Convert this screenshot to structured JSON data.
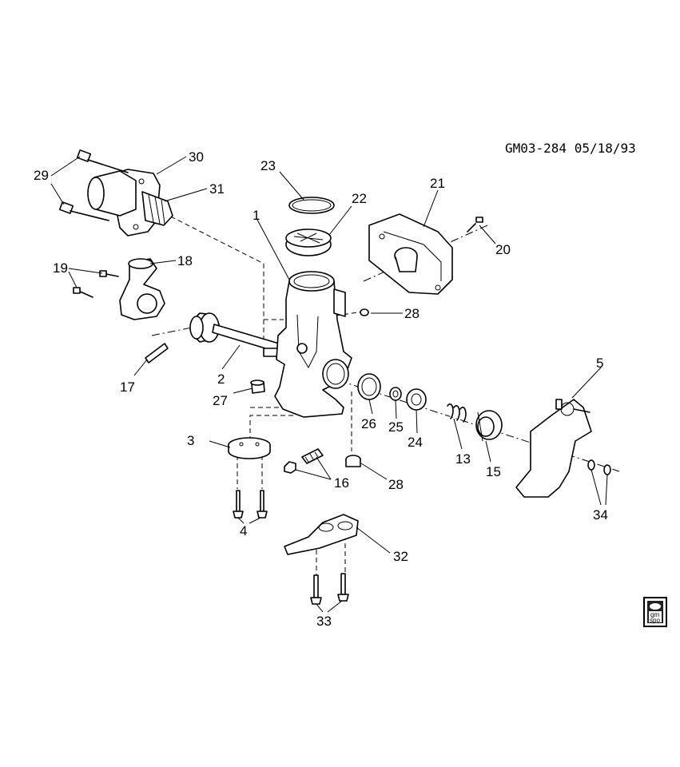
{
  "drawing_id": "GM03-284 05/18/93",
  "logo": {
    "line1": "gm",
    "line2": "spo"
  },
  "callouts": [
    "1",
    "2",
    "3",
    "4",
    "5",
    "13",
    "15",
    "16",
    "17",
    "18",
    "19",
    "20",
    "21",
    "22",
    "23",
    "24",
    "25",
    "26",
    "27",
    "28",
    "28",
    "29",
    "30",
    "31",
    "32",
    "33",
    "34"
  ]
}
